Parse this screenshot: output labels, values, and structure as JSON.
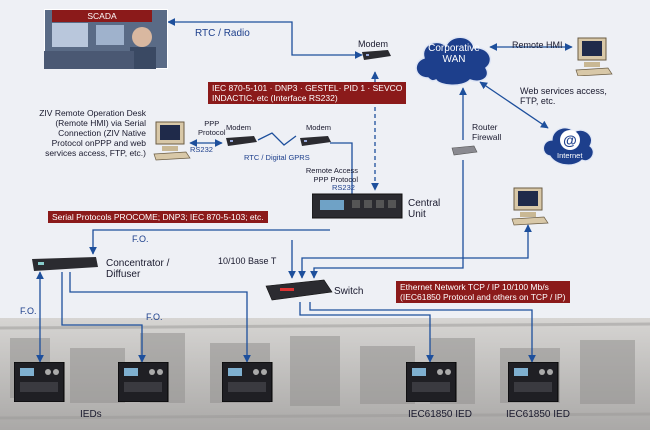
{
  "labels": {
    "scada": "SCADA",
    "rtc_radio": "RTC / Radio",
    "modem_top": "Modem",
    "corporate_wan": "Corporative\nWAN",
    "remote_hmi": "Remote HMI",
    "web_services": "Web services access,\nFTP, etc.",
    "internet": "Internet",
    "banner_iec": "IEC 870-5-101 · DNP3 · GESTEL· PID 1 · SEVCO\nINDACTIC, etc (Interface RS232)",
    "ziv_desk": "ZIV Remote Operation Desk\n(Remote HMI) via Serial\nConnection (ZIV Native\nProtocol onPPP and web\nservices access, FTP, etc.)",
    "ppp_protocol": "PPP\nProtocol",
    "modem_left": "Modem",
    "modem_right": "Modem",
    "rs232_left": "RS232",
    "rtc_gprs": "RTC / Digital GPRS",
    "router_firewall": "Router\nFirewall",
    "remote_access": "Remote Access\nPPP Protocol",
    "rs232_center": "RS232",
    "central_unit": "Central\nUnit",
    "banner_serial": "Serial Protocols PROCOME; DNP3; IEC 870-5-103; etc.",
    "fo_top": "F.O.",
    "concentrator": "Concentrator /\nDiffuser",
    "base_t": "10/100 Base T",
    "switch": "Switch",
    "banner_ethernet": "Ethernet Network TCP / IP 10/100 Mb/s\n(IEC61850 Protocol and others on TCP / IP)",
    "fo_left": "F.O.",
    "fo_mid": "F.O.",
    "ieds": "IEDs",
    "iec61850_1": "IEC61850 IED",
    "iec61850_2": "IEC61850 IED"
  },
  "colors": {
    "wire": "#1d4f9c",
    "banner": "#8b1a1a",
    "cloud": "#1d3f8c",
    "device": "#2b2b30"
  },
  "icons": {
    "computer": "desktop-computer-icon",
    "modem": "modem-icon",
    "cloud": "cloud-icon",
    "globe": "internet-globe-icon",
    "router": "router-icon",
    "rack": "rack-unit-icon",
    "ied": "ied-relay-icon"
  }
}
